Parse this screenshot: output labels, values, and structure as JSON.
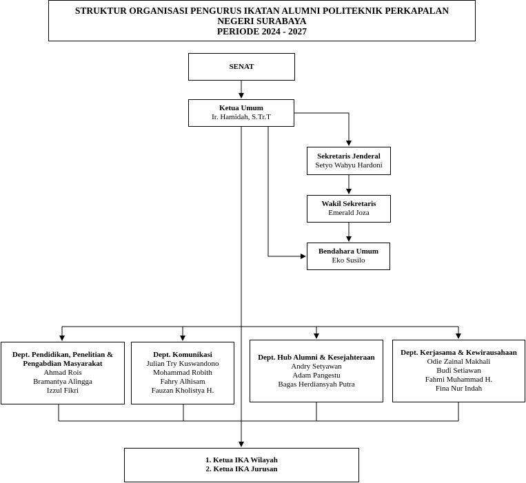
{
  "header": {
    "title_lines": [
      "STRUKTUR ORGANISASI PENGURUS IKATAN ALUMNI POLITEKNIK PERKAPALAN",
      "NEGERI SURABAYA",
      "PERIODE 2024 - 2027"
    ]
  },
  "nodes": {
    "senat": {
      "title": "SENAT"
    },
    "ketua_umum": {
      "title": "Ketua Umum",
      "name": "Ir. Hamidah, S.Tr.T"
    },
    "sekretaris_jenderal": {
      "title": "Sekretaris Jenderal",
      "name": "Setyo Wahyu Hardoni"
    },
    "wakil_sekretaris": {
      "title": "Wakil Sekretaris",
      "name": "Emerald Joza"
    },
    "bendahara_umum": {
      "title": "Bendahara Umum",
      "name": "Eko Susilo"
    },
    "dept_pendidikan": {
      "title_lines": [
        "Dept. Pendidikan, Penelitian &",
        "Pengabdian Masyarakat"
      ],
      "members": [
        "Ahmad Rois",
        "Bramantya Alingga",
        "Izzul Fikri"
      ]
    },
    "dept_komunikasi": {
      "title_lines": [
        "Dept. Komunikasi"
      ],
      "members": [
        "Julian Try Kuswandono",
        "Mohammad Robith",
        "Fahry Alhisam",
        "Fauzan Kholistya H."
      ]
    },
    "dept_hub_alumni": {
      "title_lines": [
        "Dept. Hub Alumni & Kesejahteraan"
      ],
      "members": [
        "Andry Setyawan",
        "Adam Pangestu",
        "Bagas Herdiansyah Putra"
      ]
    },
    "dept_kerjasama": {
      "title_lines": [
        "Dept. Kerjasama & Kewirausahaan"
      ],
      "members": [
        "Odie Zainal Makhali",
        "Budi Setiawan",
        "Fahmi Muhammad H.",
        "Fina Nur Indah"
      ]
    },
    "ketua_ika": {
      "lines": [
        "1. Ketua IKA Wilayah",
        "2. Ketua IKA Jurusan"
      ]
    }
  },
  "colors": {
    "line": "#000000",
    "box_border": "#000000",
    "background": "#ffffff"
  }
}
